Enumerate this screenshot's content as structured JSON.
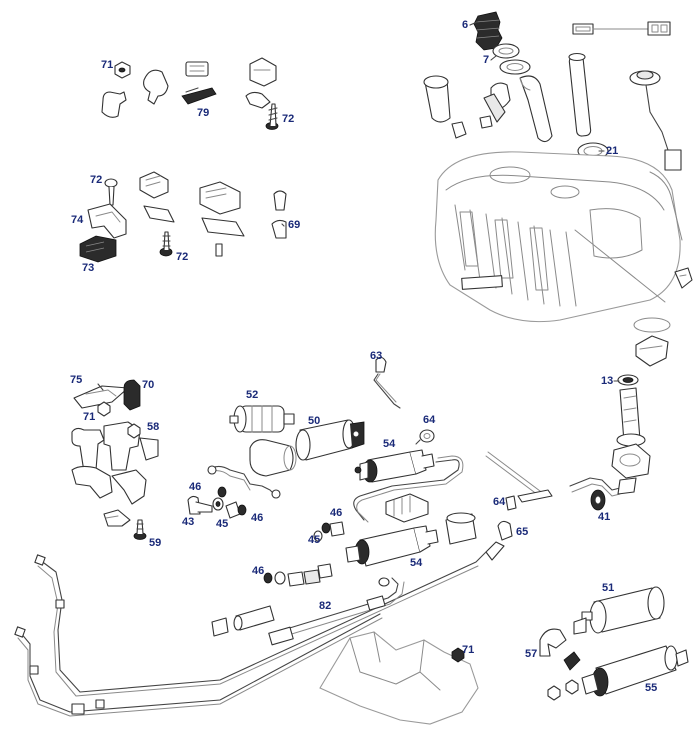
{
  "callouts": {
    "n6": "6",
    "n7": "7",
    "n21": "21",
    "n71a": "71",
    "n79": "79",
    "n72a": "72",
    "n72b": "72",
    "n74": "74",
    "n73": "73",
    "n72c": "72",
    "n69": "69",
    "n63": "63",
    "n13": "13",
    "n75": "75",
    "n70": "70",
    "n71b": "71",
    "n58": "58",
    "n52": "52",
    "n50": "50",
    "n64a": "64",
    "n54a": "54",
    "n46a": "46",
    "n43": "43",
    "n45a": "45",
    "n46b": "46",
    "n59": "59",
    "n46c": "46",
    "n45b": "45",
    "n64b": "64",
    "n65": "65",
    "n41": "41",
    "n54b": "54",
    "n46d": "46",
    "n51": "51",
    "n82": "82",
    "n71c": "71",
    "n57": "57",
    "n55": "55"
  }
}
